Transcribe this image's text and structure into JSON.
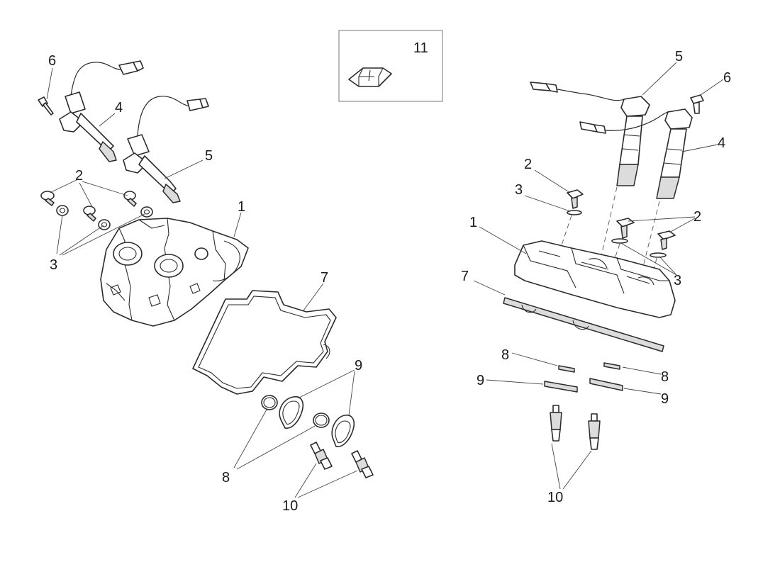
{
  "callouts": {
    "l_1": "1",
    "l_2": "2",
    "l_3": "3",
    "l_4": "4",
    "l_5": "5",
    "l_6": "6",
    "l_7": "7",
    "l_8": "8",
    "l_9": "9",
    "l_10": "10",
    "inset_11": "11",
    "r_1": "1",
    "r_2a": "2",
    "r_2b": "2",
    "r_3a": "3",
    "r_3b": "3",
    "r_4": "4",
    "r_5": "5",
    "r_6": "6",
    "r_7": "7",
    "r_8a": "8",
    "r_8b": "8",
    "r_9a": "9",
    "r_9b": "9",
    "r_10": "10"
  },
  "colors": {
    "line": "#2b2b2b",
    "shade": "#dcdcdc",
    "background": "#ffffff"
  }
}
